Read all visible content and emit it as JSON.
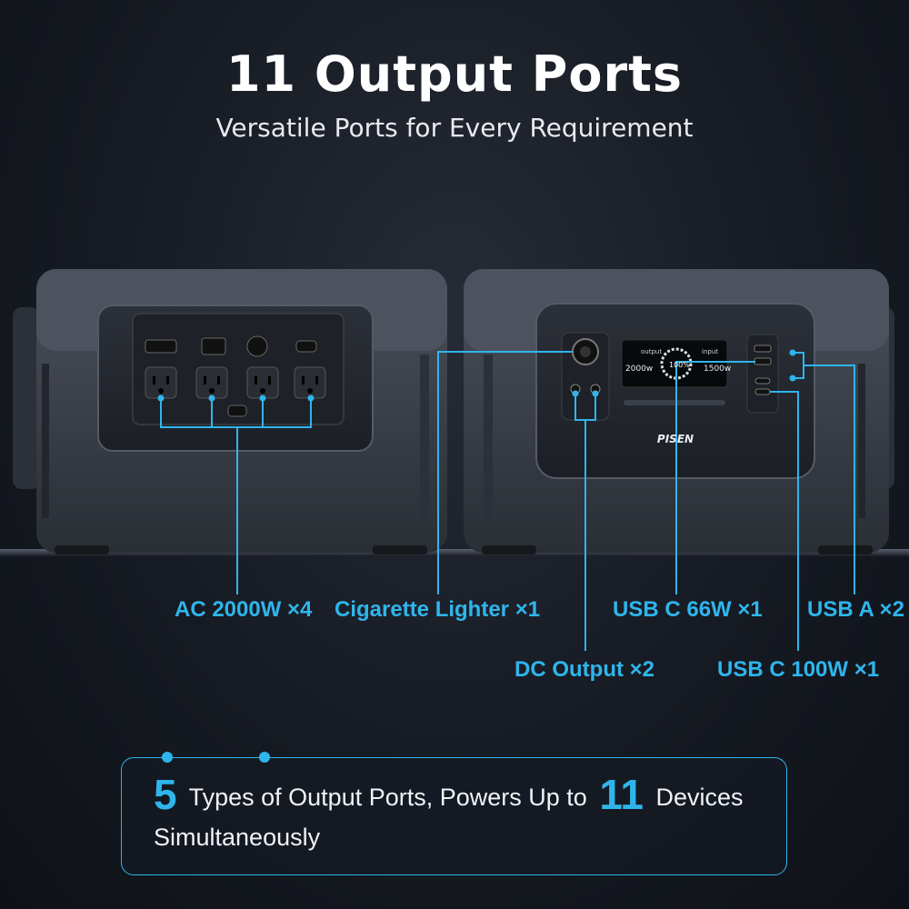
{
  "header": {
    "title": "11 Output Ports",
    "subtitle": "Versatile Ports for Every Requirement"
  },
  "device": {
    "brand": "PISEN",
    "display": {
      "output_label": "output",
      "input_label": "input",
      "output_watts": "2000w",
      "battery": "100%",
      "input_watts": "1500w"
    }
  },
  "ports": {
    "ac": "AC 2000W ×4",
    "cigarette": "Cigarette Lighter ×1",
    "usb_c_66": "USB C 66W ×1",
    "usb_a": "USB A ×2",
    "dc": "DC Output ×2",
    "usb_c_100": "USB C 100W ×1"
  },
  "summary": {
    "count_types": "5",
    "text_a": "Types of Output Ports, Powers Up to",
    "count_devices": "11",
    "text_b": "Devices Simultaneously"
  },
  "colors": {
    "accent": "#2fb5ec",
    "body": "#3a3f48"
  }
}
